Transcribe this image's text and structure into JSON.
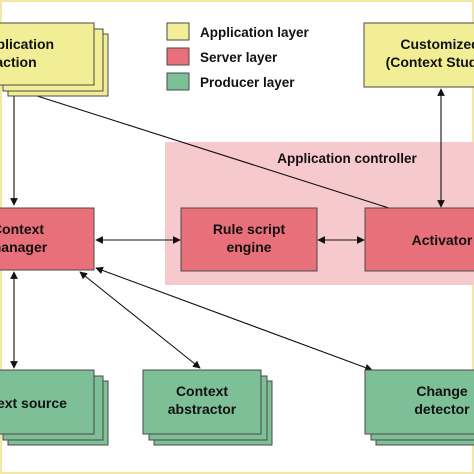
{
  "colors": {
    "application": "#f2ee96",
    "server": "#e8707a",
    "producer": "#7dbf97",
    "controller_region": "#f6c9cc",
    "border": "#4a4a4a",
    "frame": "#f4e8a0"
  },
  "legend": {
    "application": "Application layer",
    "server": "Server layer",
    "producer": "Producer layer"
  },
  "controller_label": "Application controller",
  "nodes": {
    "application_action": [
      "Application",
      "action"
    ],
    "customized": [
      "Customized",
      "(Context Studio)"
    ],
    "context_manager": [
      "Context",
      "manager"
    ],
    "rule_script_engine": [
      "Rule script",
      "engine"
    ],
    "activator": [
      "Activator"
    ],
    "context_source": [
      "Context source"
    ],
    "context_abstractor": [
      "Context",
      "abstractor"
    ],
    "change_detector": [
      "Change",
      "detector"
    ]
  }
}
